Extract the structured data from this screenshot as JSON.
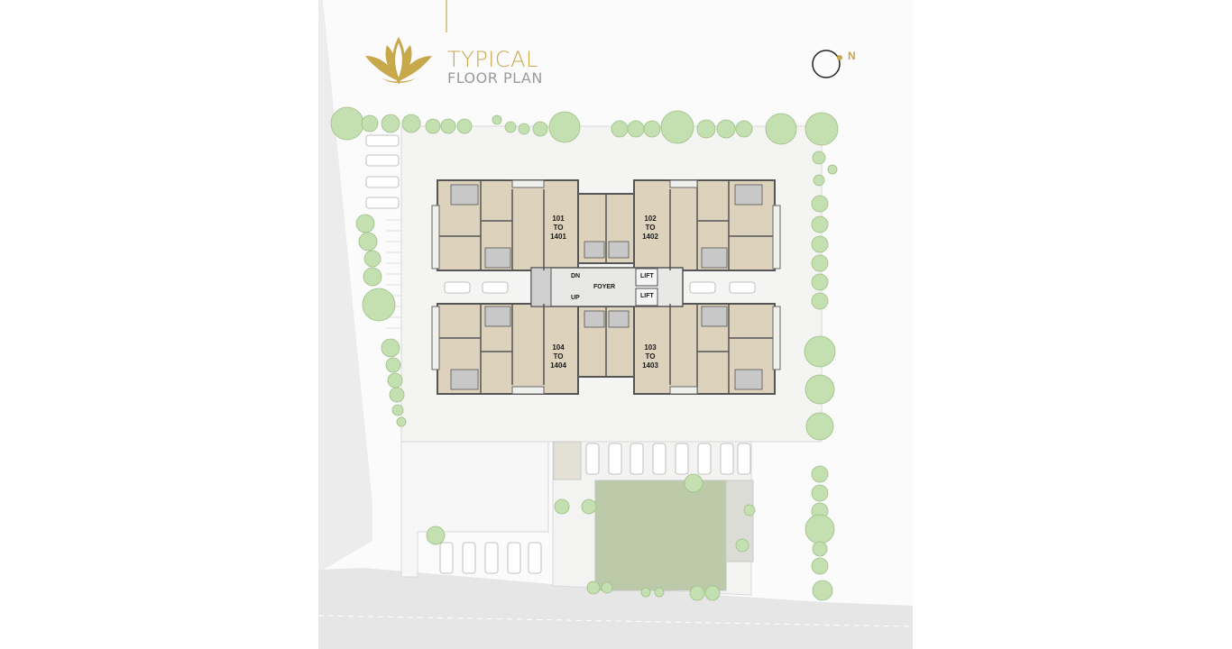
{
  "title": {
    "line1": "TYPICAL",
    "line2": "FLOOR PLAN"
  },
  "north": "N",
  "units": [
    {
      "line1": "101",
      "line2": "TO",
      "line3": "1401"
    },
    {
      "line1": "102",
      "line2": "TO",
      "line3": "1402"
    },
    {
      "line1": "104",
      "line2": "TO",
      "line3": "1404"
    },
    {
      "line1": "103",
      "line2": "TO",
      "line3": "1403"
    }
  ],
  "core": {
    "foyer": "FOYER",
    "stair_down": "DN",
    "stair_up": "UP",
    "lift1": "LIFT",
    "lift2": "LIFT"
  },
  "colors": {
    "gold": "#c7a94b",
    "room": "#ddd3bd",
    "wall": "#555555",
    "grass": "#b7c9a4",
    "tree": "#b9dba0"
  },
  "icons": [
    "lotus-logo-icon",
    "north-compass-icon"
  ]
}
